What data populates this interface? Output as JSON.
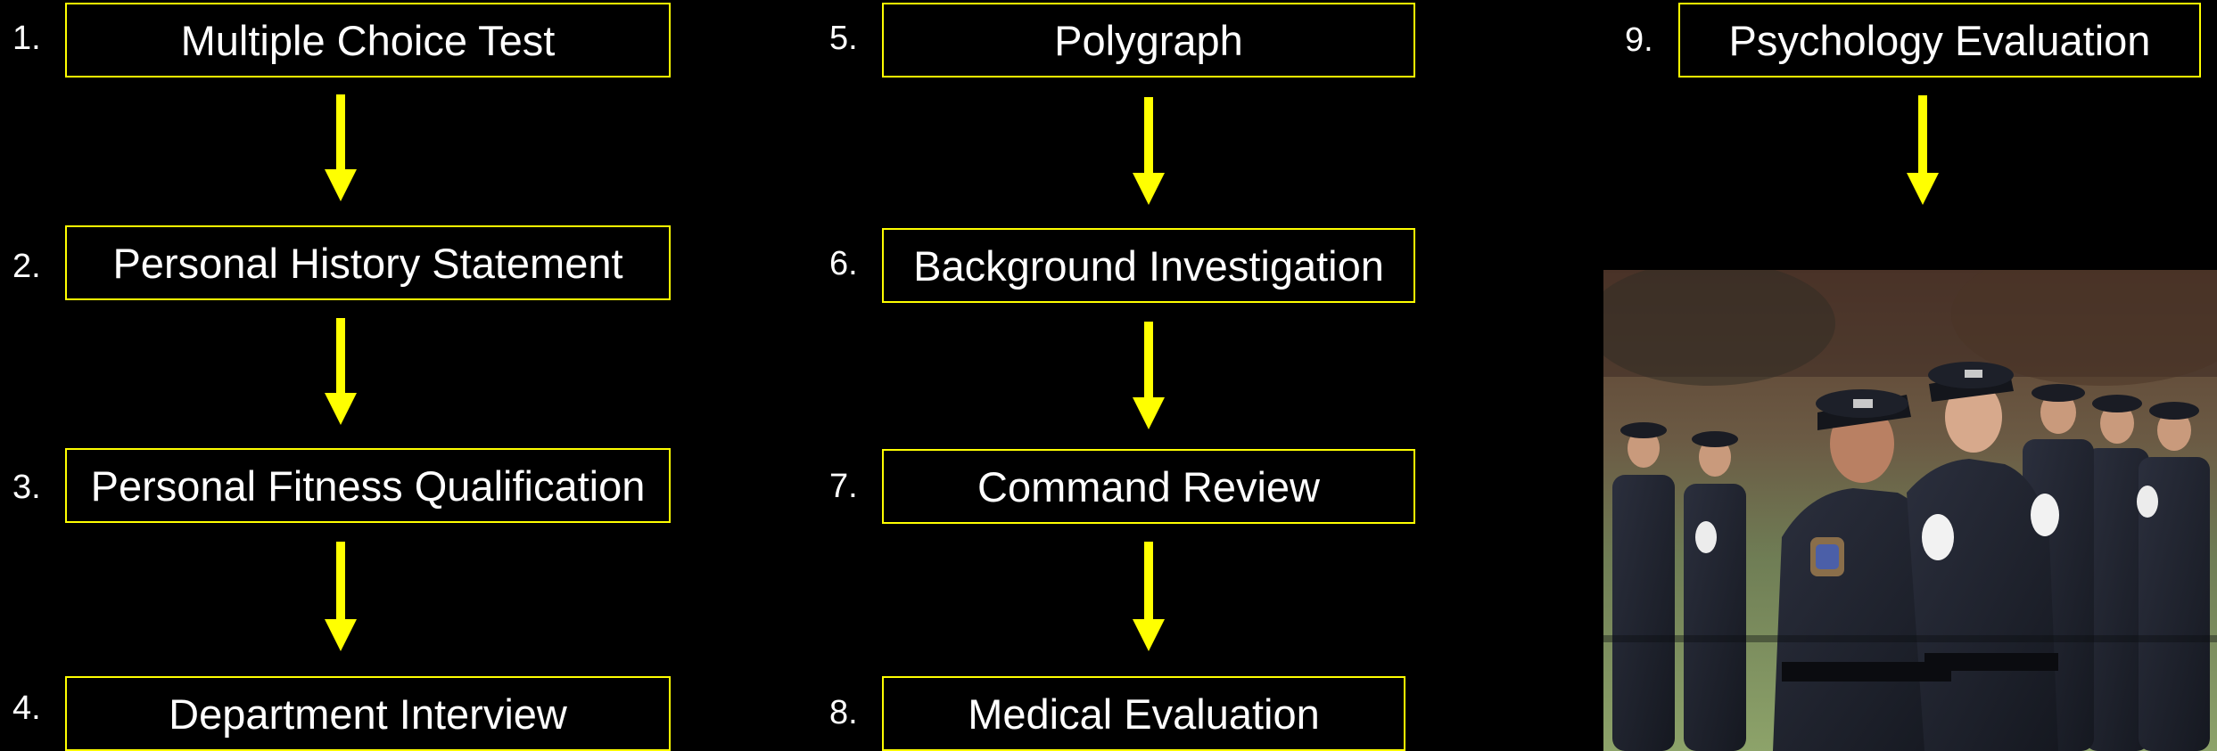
{
  "steps": [
    {
      "number": "1.",
      "label": "Multiple Choice Test"
    },
    {
      "number": "2.",
      "label": "Personal History Statement"
    },
    {
      "number": "3.",
      "label": "Personal Fitness Qualification"
    },
    {
      "number": "4.",
      "label": "Department Interview"
    },
    {
      "number": "5.",
      "label": "Polygraph"
    },
    {
      "number": "6.",
      "label": "Background Investigation"
    },
    {
      "number": "7.",
      "label": "Command Review"
    },
    {
      "number": "8.",
      "label": "Medical Evaluation"
    },
    {
      "number": "9.",
      "label": "Psychology Evaluation"
    }
  ],
  "colors": {
    "background": "#000000",
    "accent": "#ffff00",
    "text": "#ffffff"
  },
  "photo": {
    "subject": "police-officers-saluting-photo"
  }
}
